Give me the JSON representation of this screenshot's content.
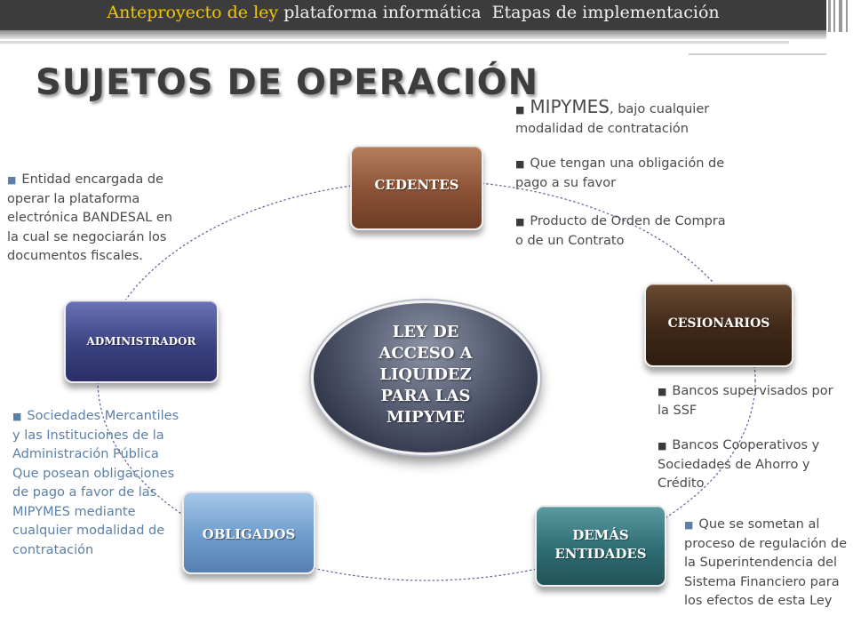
{
  "header": {
    "nav_yellow": "Anteproyecto de ley",
    "nav_rest": "plataforma informática  Etapas de implementación"
  },
  "title": "SUJETOS DE OPERACIÓN",
  "nodes": {
    "cedentes": "CEDENTES",
    "administrador": "ADMINISTRADOR",
    "cesionarios": "CESIONARIOS",
    "obligados": "OBLIGADOS",
    "demas_1": "DEMÁS",
    "demas_2": "ENTIDADES"
  },
  "center": {
    "line1": "LEY DE",
    "line2": "ACCESO A",
    "line3": "LIQUIDEZ",
    "line4": "PARA LAS",
    "line5": "MIPYME"
  },
  "bullet_glyph": "■",
  "cedentes_notes": {
    "item1_big": "MIPYMES",
    "item1_rest": ", bajo cualquier modalidad de contratación",
    "item2": "Que tengan una obligación de pago a su favor",
    "item3": "Producto de Orden de Compra o de un Contrato"
  },
  "admin_note": "Entidad encargada de operar la plataforma electrónica BANDESAL en la cual se negociarán los documentos fiscales.",
  "cesionarios_notes": {
    "item1": "Bancos supervisados por la SSF",
    "item2": "Bancos Cooperativos y Sociedades de Ahorro y Crédito"
  },
  "obligados_note": "Sociedades Mercantiles y las Instituciones de la Administración Pública Que posean obligaciones de pago a favor de las MIPYMES mediante cualquier modalidad de contratación",
  "demas_note": "Que se sometan al proceso de regulación de la Superintendencia del Sistema Financiero para los efectos de esta Ley"
}
